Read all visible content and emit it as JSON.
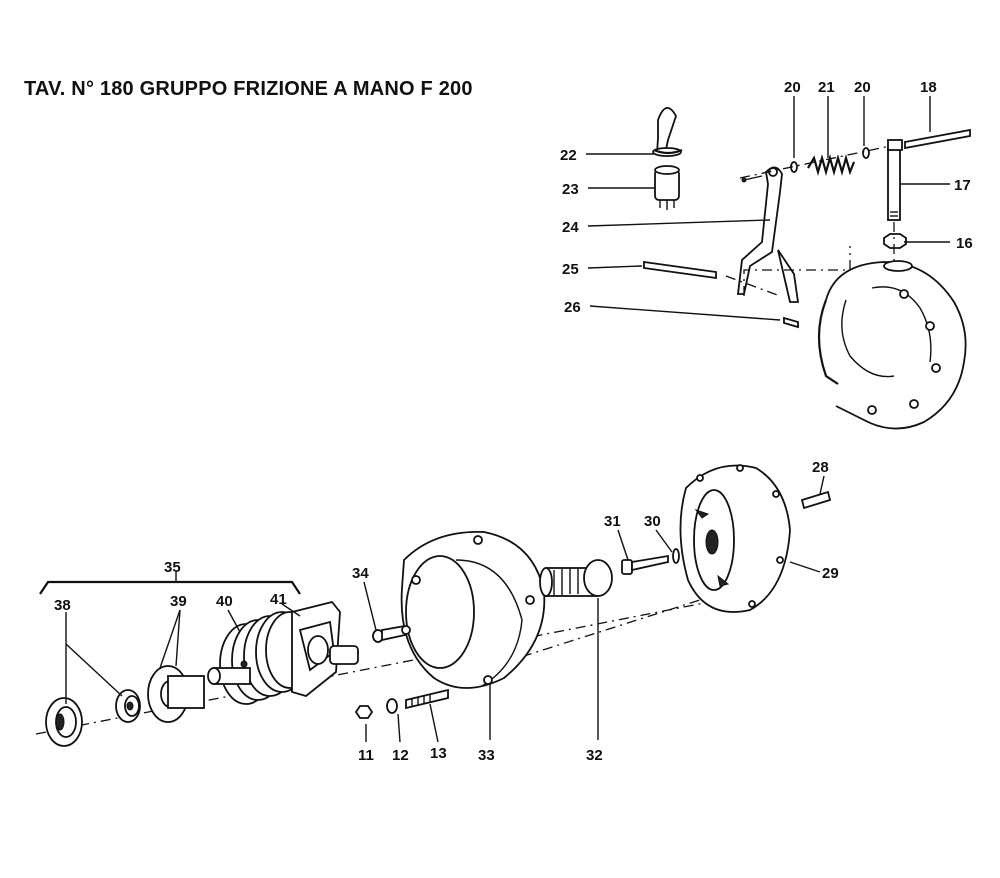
{
  "title": "TAV. N° 180 GRUPPO FRIZIONE A MANO F 200",
  "labels": {
    "p11": "11",
    "p12": "12",
    "p13": "13",
    "p16": "16",
    "p17": "17",
    "p18": "18",
    "p20a": "20",
    "p20b": "20",
    "p21": "21",
    "p22": "22",
    "p23": "23",
    "p24": "24",
    "p25": "25",
    "p26": "26",
    "p28": "28",
    "p29": "29",
    "p30": "30",
    "p31": "31",
    "p32": "32",
    "p33": "33",
    "p34": "34",
    "p35": "35",
    "p38": "38",
    "p39": "39",
    "p40": "40",
    "p41": "41"
  }
}
